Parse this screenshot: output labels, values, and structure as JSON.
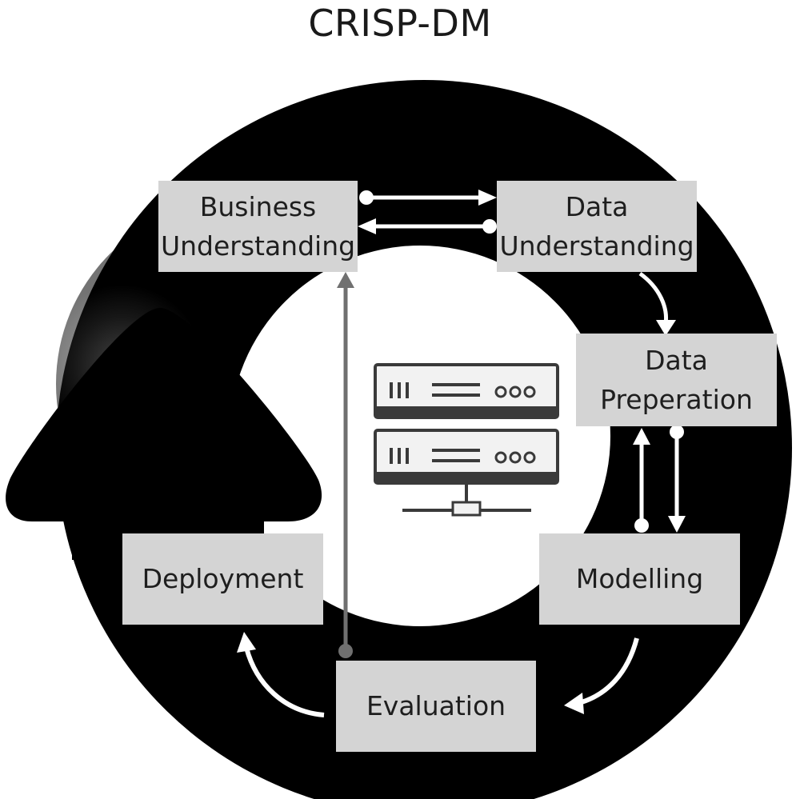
{
  "title": "CRISP-DM",
  "phases": {
    "business_understanding": {
      "line1": "Business",
      "line2": "Understanding"
    },
    "data_understanding": {
      "line1": "Data",
      "line2": "Understanding"
    },
    "data_preparation": {
      "line1": "Data",
      "line2": "Preperation"
    },
    "modelling": {
      "label": "Modelling"
    },
    "evaluation": {
      "label": "Evaluation"
    },
    "deployment": {
      "label": "Deployment"
    }
  },
  "colors": {
    "ring": "#000000",
    "box_fill": "#d4d4d4",
    "arrow": "#ffffff",
    "feedback_arrow": "#707070",
    "server_icon": "#3a3a3a"
  },
  "icons": {
    "center": "server-rack-icon",
    "outer": "big-cycle-arrow"
  }
}
